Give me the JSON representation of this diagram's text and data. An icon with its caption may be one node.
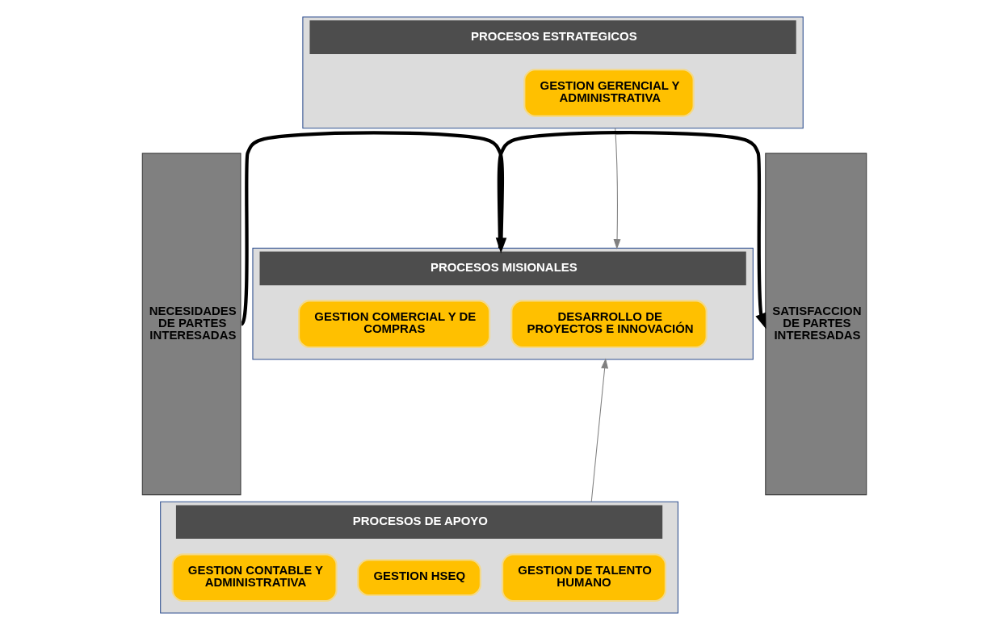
{
  "diagram": {
    "nodes": [
      {
        "text": [
          "NECESIDADES DE PARTES INTERESADAS"
        ]
      },
      {
        "text": [
          "PROCESOS ESTRATEGICOS"
        ]
      },
      {
        "text": [
          "GESTION GERENCIAL Y ADMINISTRATIVA"
        ],
        "in": 1
      },
      {
        "text": [
          "PROCESOS MISIONALES"
        ]
      },
      {
        "text": [
          "DESARROLLO DE PROYECTOS E INNOVACIÓN"
        ],
        "in": 3
      },
      {
        "text": [
          "GESTION COMERCIAL Y DE COMPRAS"
        ],
        "in": 3
      },
      {
        "text": [
          "PROCESOS DE APOYO"
        ]
      },
      {
        "text": [
          "GESTION HSEQ"
        ],
        "in": 6
      },
      {
        "text": [
          "GESTION DE TALENTO HUMANO"
        ],
        "in": 6
      },
      {
        "text": [
          "GESTION CONTABLE Y ADMINISTRATIVA"
        ],
        "in": 6
      },
      {
        "text": [
          "SATISFACCION DE PARTES INTERESADAS"
        ]
      }
    ],
    "edges": [
      {
        "from": 0,
        "to": 3,
        "arrow": "to",
        "style": "thick",
        "color": "#000000"
      },
      {
        "from": 1,
        "to": 3,
        "arrow": "to",
        "color": "#808080"
      },
      {
        "from": 3,
        "to": 10,
        "arrow": "to",
        "style": "thick",
        "color": "#000000"
      },
      {
        "from": 6,
        "to": 3,
        "arrow": "to",
        "color": "#808080"
      }
    ]
  }
}
